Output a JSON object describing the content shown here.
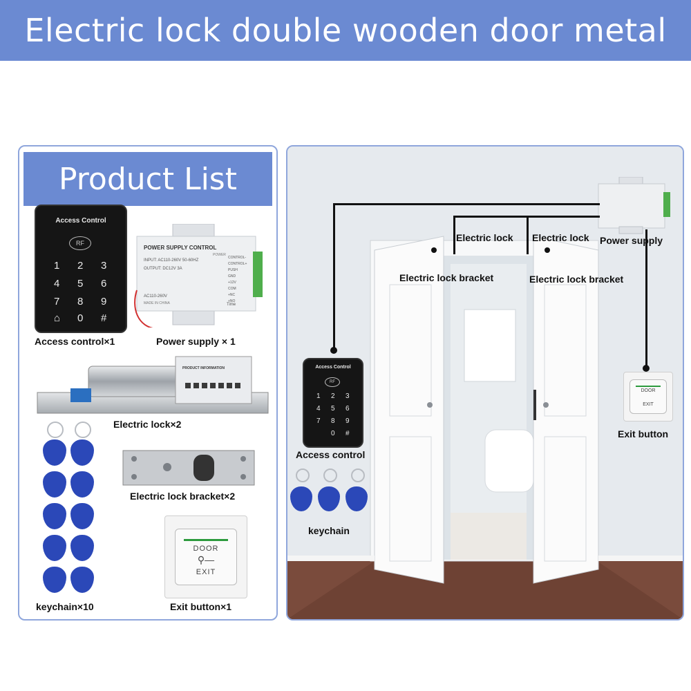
{
  "banner": {
    "title": "Electric lock double wooden door metal door"
  },
  "product_list": {
    "title": "Product List",
    "items": {
      "access_control": "Access control×1",
      "power_supply": "Power supply × 1",
      "electric_lock": "Electric lock×2",
      "bracket": "Electric lock bracket×2",
      "keychain": "keychain×10",
      "exit_button": "Exit button×1"
    }
  },
  "keypad": {
    "title": "Access Control",
    "rf": "RF",
    "keys": [
      "1",
      "2",
      "3",
      "4",
      "5",
      "6",
      "7",
      "8",
      "9",
      "⌂",
      "0",
      "#"
    ]
  },
  "psu": {
    "title": "POWER SUPPLY CONTROL",
    "input": "INPUT: AC110-260V 50-60HZ",
    "output": "OUTPUT: DC12V 3A",
    "ac": "AC110-260V",
    "made": "MADE IN CHINA",
    "power": "POWER",
    "time": "Time",
    "terminals": [
      "CONTROL-",
      "CONTROL+",
      "PUSH",
      "GND",
      "+12V",
      "COM",
      "+NC",
      "+NO"
    ]
  },
  "lock_panel": {
    "title": "PRODUCT INFORMATION"
  },
  "exit": {
    "door": "DOOR",
    "exit": "EXIT"
  },
  "diagram": {
    "electric_lock_1": "Electric lock",
    "electric_lock_2": "Electric lock",
    "power_supply": "Power supply",
    "bracket_1": "Electric lock bracket",
    "bracket_2": "Electric lock bracket",
    "access_control": "Access control",
    "exit_button": "Exit button",
    "keychain": "keychain"
  },
  "colors": {
    "accent": "#6b8ad2",
    "tag_blue": "#2b48b8",
    "floor": "#7a4b3c",
    "wire": "#111111"
  }
}
